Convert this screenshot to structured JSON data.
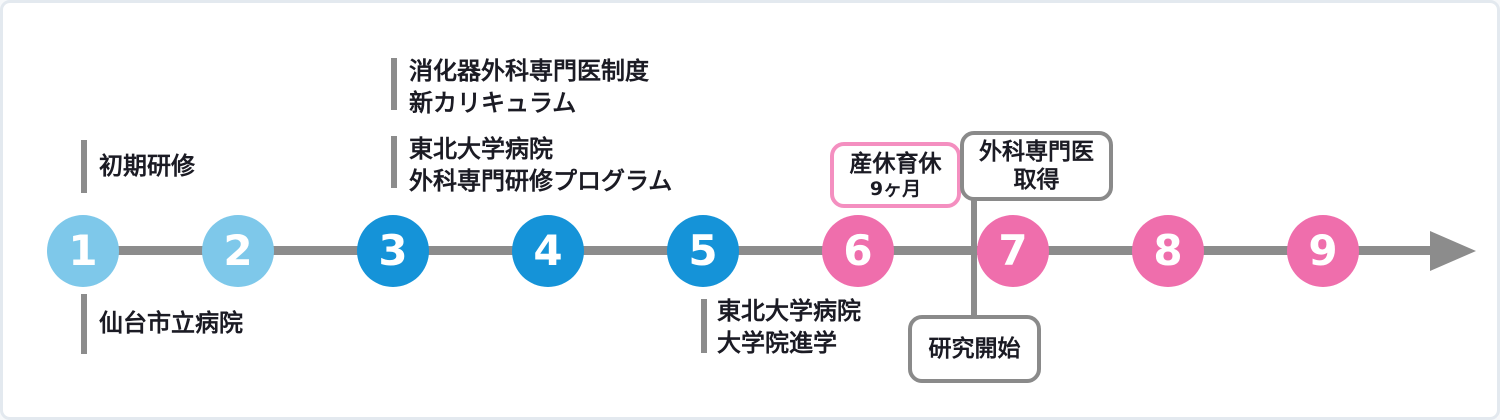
{
  "palette": {
    "light_blue": "#7EC8EA",
    "blue": "#1593D8",
    "pink": "#EF6EAC",
    "pink_box_border": "#F48FC0",
    "gray": "#8C8C8C",
    "text": "#1B1B24",
    "canvas_border": "#E3E9EF"
  },
  "timeline": {
    "steps": [
      {
        "number": "1",
        "color": "light_blue"
      },
      {
        "number": "2",
        "color": "light_blue"
      },
      {
        "number": "3",
        "color": "blue"
      },
      {
        "number": "4",
        "color": "blue"
      },
      {
        "number": "5",
        "color": "blue"
      },
      {
        "number": "6",
        "color": "pink"
      },
      {
        "number": "7",
        "color": "pink"
      },
      {
        "number": "8",
        "color": "pink"
      },
      {
        "number": "9",
        "color": "pink"
      }
    ]
  },
  "labels": {
    "residency": {
      "line1": "初期研修"
    },
    "sendai_hospital": {
      "line1": "仙台市立病院"
    },
    "new_curriculum": {
      "line1": "消化器外科専門医制度",
      "line2": "新カリキュラム"
    },
    "surgery_program": {
      "line1": "東北大学病院",
      "line2": "外科専門研修プログラム"
    },
    "grad_school": {
      "line1": "東北大学病院",
      "line2": "大学院進学"
    }
  },
  "boxes": {
    "maternity_leave": {
      "line1": "産休育休",
      "line2": "9ヶ月"
    },
    "board_certified": {
      "line1": "外科専門医",
      "line2": "取得"
    },
    "research_start": {
      "line1": "研究開始"
    }
  }
}
